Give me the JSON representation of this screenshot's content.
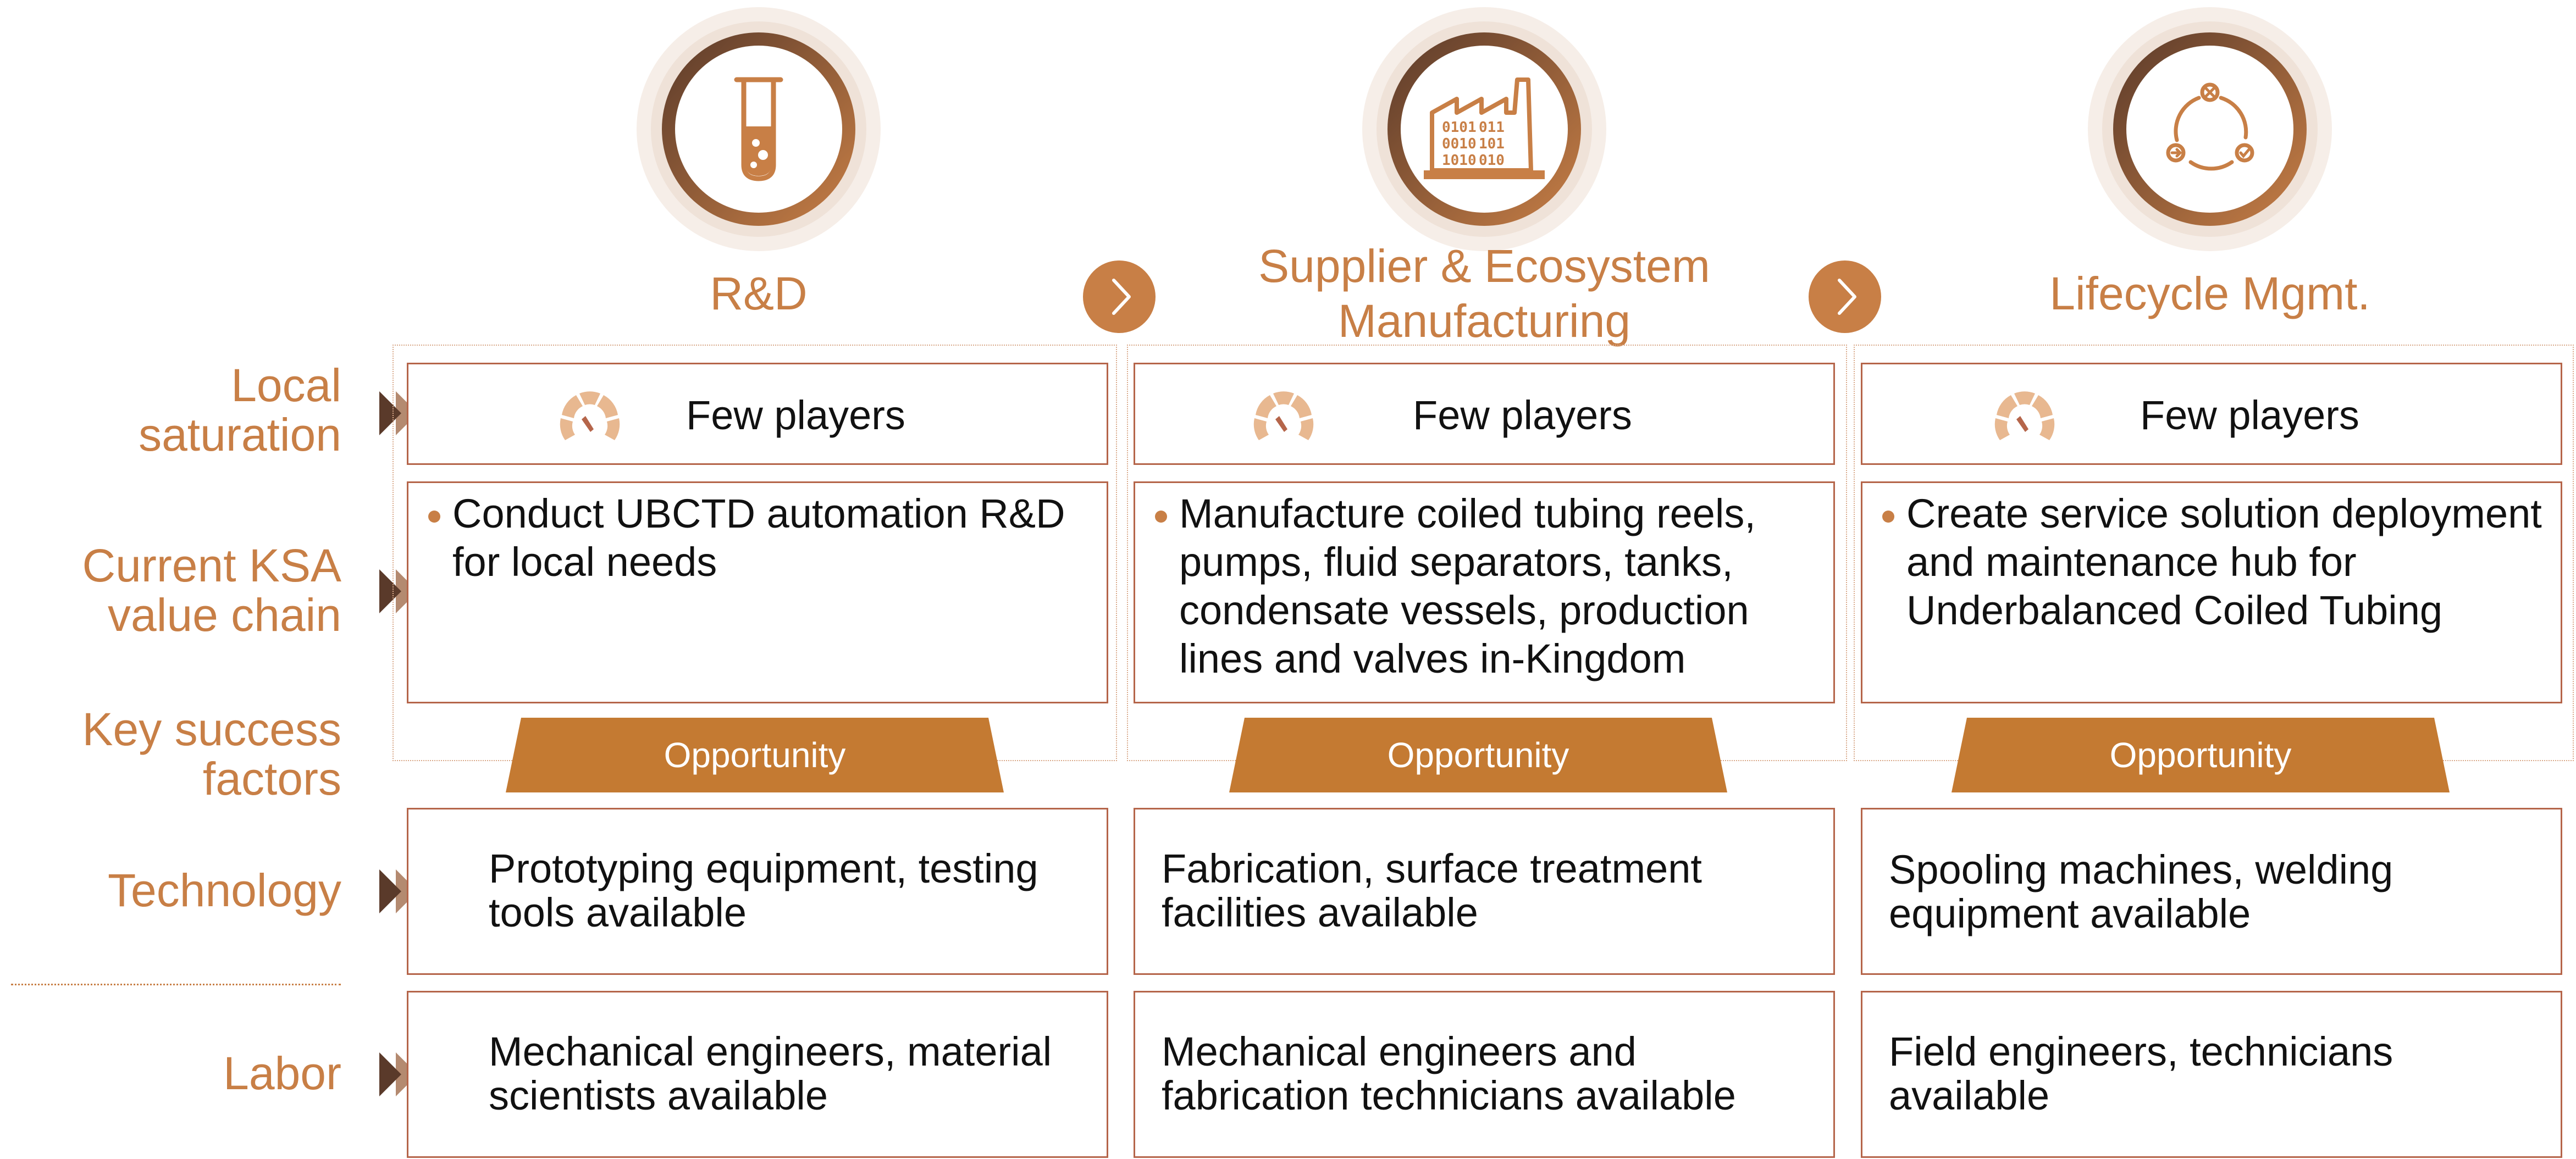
{
  "colors": {
    "accent": "#C87F46",
    "box_border": "#B5654A",
    "chevron_dark": "#5A3A2A"
  },
  "row_labels": {
    "local_saturation": [
      "Local",
      "saturation"
    ],
    "current_value_chain": [
      "Current KSA",
      "value chain"
    ],
    "key_success_factors": [
      "Key success",
      "factors"
    ],
    "technology": "Technology",
    "labor": "Labor"
  },
  "stages": [
    {
      "title_lines": [
        "R&D"
      ],
      "icon": "test-tube-icon",
      "saturation": "Few players",
      "value_chain_lines": [
        "Conduct UBCTD automation R&D",
        "for local needs"
      ],
      "opportunity": "Opportunity",
      "technology_lines": [
        "Prototyping equipment, testing",
        "tools available"
      ],
      "labor_lines": [
        "Mechanical engineers, material",
        "scientists available"
      ]
    },
    {
      "title_lines": [
        "Supplier & Ecosystem",
        "Manufacturing"
      ],
      "icon": "factory-icon",
      "saturation": "Few players",
      "value_chain_lines": [
        "Manufacture coiled tubing reels,",
        "pumps, fluid separators, tanks,",
        "condensate vessels, production",
        "lines and valves in-Kingdom"
      ],
      "opportunity": "Opportunity",
      "technology_lines": [
        "Fabrication, surface treatment",
        "facilities available"
      ],
      "labor_lines": [
        "Mechanical engineers and",
        "fabrication technicians available"
      ]
    },
    {
      "title_lines": [
        "Lifecycle Mgmt."
      ],
      "icon": "lifecycle-cycle-icon",
      "saturation": "Few players",
      "value_chain_lines": [
        "Create service solution deployment",
        "and maintenance hub for",
        "Underbalanced Coiled Tubing"
      ],
      "opportunity": "Opportunity",
      "technology_lines": [
        "Spooling machines, welding",
        "equipment available"
      ],
      "labor_lines": [
        "Field engineers, technicians",
        "available"
      ]
    }
  ]
}
